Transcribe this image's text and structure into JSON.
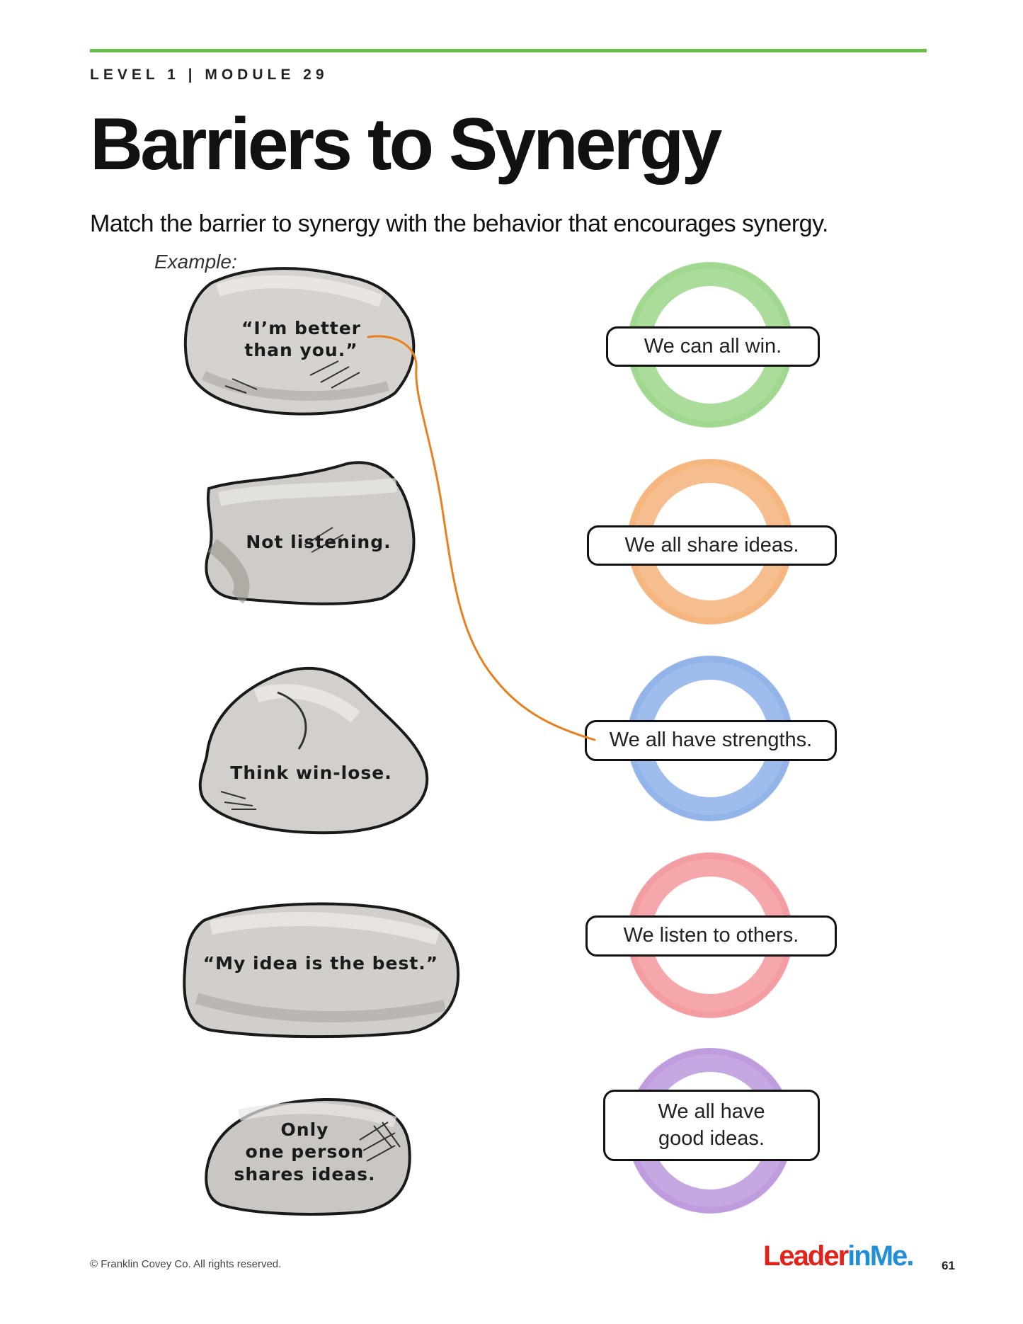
{
  "header": {
    "eyebrow": "LEVEL 1 | MODULE 29",
    "title": "Barriers to Synergy",
    "instruction": "Match the barrier to synergy with the behavior that encourages synergy.",
    "example_label": "Example:",
    "accent_color": "#6abf4b"
  },
  "barriers": [
    {
      "line1": "“I’m better",
      "line2": "than you.”"
    },
    {
      "text": "Not listening."
    },
    {
      "text": "Think win-lose."
    },
    {
      "text": "“My idea is the best.”"
    },
    {
      "line1": "Only",
      "line2": "one person",
      "line3": "shares ideas."
    }
  ],
  "behaviors": [
    {
      "text": "We can all win.",
      "ring_color": "#8fd07a"
    },
    {
      "text": "We all share ideas.",
      "ring_color": "#f3a868"
    },
    {
      "text": "We all have strengths.",
      "ring_color": "#7da6e6"
    },
    {
      "text": "We listen to others.",
      "ring_color": "#f28a8f"
    },
    {
      "line1": "We all have",
      "line2": "good ideas.",
      "ring_color": "#b28ad8"
    }
  ],
  "example_match": {
    "barrier": "“I’m better than you.”",
    "behavior": "We all have strengths.",
    "line_color": "#e8801f"
  },
  "footer": {
    "copyright": "© Franklin Covey Co. All rights reserved.",
    "logo_part1": "Leader",
    "logo_part2": "inMe.",
    "page_number": "61"
  }
}
